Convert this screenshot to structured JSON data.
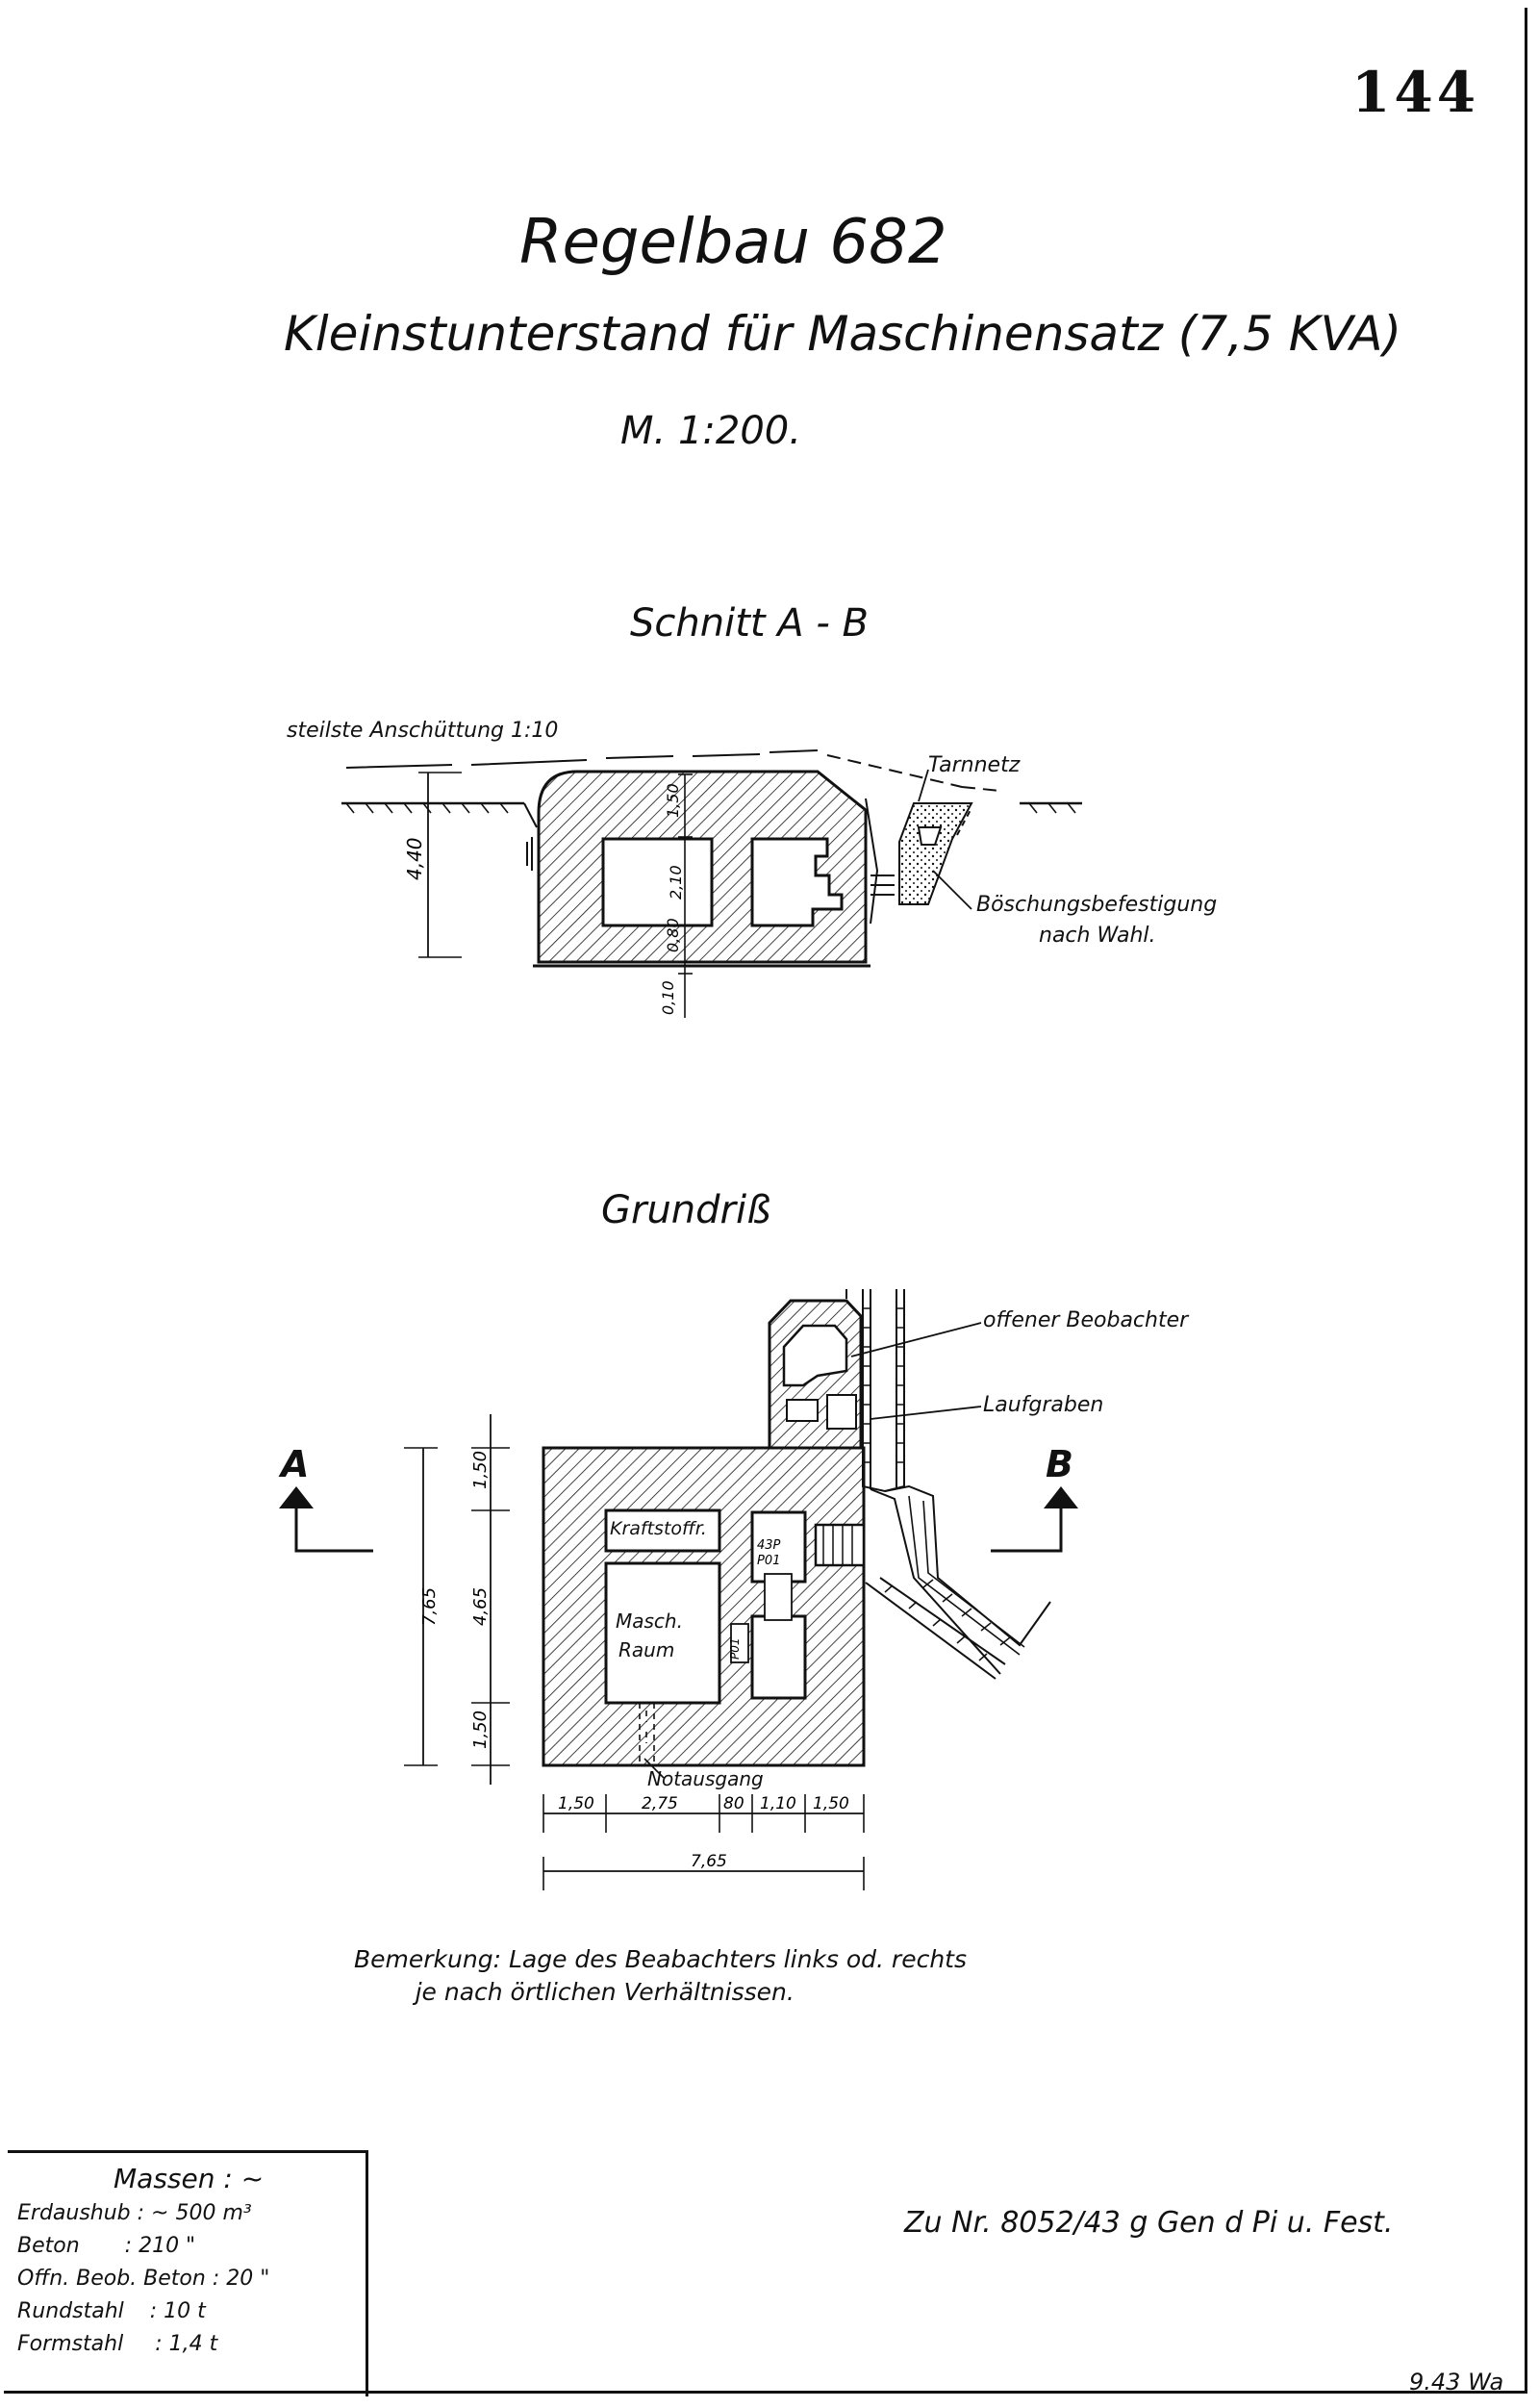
{
  "sheet_number": "144",
  "title": "Regelbau 682",
  "subtitle": "Kleinstunterstand für Maschinensatz (7,5 KVA)",
  "scale": "M. 1:200.",
  "section": {
    "heading": "Schnitt A - B",
    "slope_note": "steilste Anschüttung 1:10",
    "camo_label": "Tarnnetz",
    "bank_label_1": "Böschungsbefestigung",
    "bank_label_2": "nach Wahl.",
    "dims": [
      "4,40",
      "1,50",
      "2,10",
      "0,80",
      "0,10"
    ]
  },
  "plan": {
    "heading": "Grundriß",
    "observer_label": "offener Beobachter",
    "trench_label": "Laufgraben",
    "marker_a": "A",
    "marker_b": "B",
    "fuel_room": "Kraftstoffr.",
    "machine_room_1": "Masch.",
    "machine_room_2": "Raum",
    "emergency_exit": "Notausgang",
    "door_note_1": "43P",
    "door_note_2": "P01",
    "door_note_3": "P01",
    "vertical_dims": [
      "1,50",
      "4,65",
      "1,50"
    ],
    "total_vertical": "7,65",
    "horizontal_dims": [
      "1,50",
      "2,75",
      "80",
      "1,10",
      "1,50"
    ],
    "total_horizontal": "7,65"
  },
  "remark_line1": "Bemerkung: Lage des Beabachters links od. rechts",
  "remark_line2": "je nach örtlichen Verhältnissen.",
  "reference": "Zu Nr. 8052/43 g Gen d Pi u. Fest.",
  "date_mark": "9.43 Wa",
  "quantities": {
    "title": "Massen : ~",
    "rows": [
      {
        "label": "Erdaushub",
        "value": ": ~ 500 m³"
      },
      {
        "label": "Beton",
        "value": ": 210 \""
      },
      {
        "label": "Offn. Beob. Beton",
        "value": ": 20 \""
      },
      {
        "label": "Rundstahl",
        "value": ": 10 t"
      },
      {
        "label": "Formstahl",
        "value": ": 1,4 t"
      }
    ]
  }
}
